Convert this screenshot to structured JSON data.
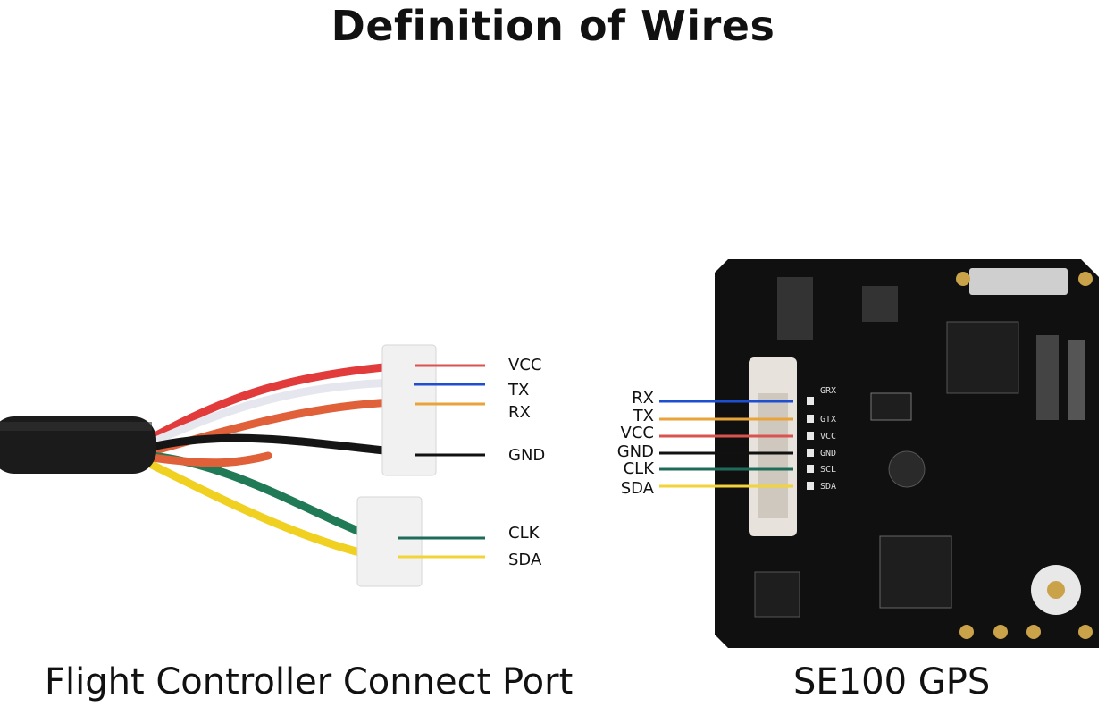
{
  "title": "Definition of Wires",
  "captions": {
    "left": "Flight Controller Connect Port",
    "right": "SE100 GPS"
  },
  "left_pins": [
    {
      "label": "VCC",
      "color": "#d9534f"
    },
    {
      "label": "TX",
      "color": "#1f4fd1"
    },
    {
      "label": "RX",
      "color": "#e8a33a"
    },
    {
      "label": "GND",
      "color": "#111111"
    },
    {
      "label": "CLK",
      "color": "#1f6b5a"
    },
    {
      "label": "SDA",
      "color": "#f2d33a"
    }
  ],
  "right_pins": [
    {
      "label": "RX",
      "silk": "GRX",
      "color": "#1f4fd1"
    },
    {
      "label": "TX",
      "silk": "GTX",
      "color": "#e8a33a"
    },
    {
      "label": "VCC",
      "silk": "VCC",
      "color": "#d9534f"
    },
    {
      "label": "GND",
      "silk": "GND",
      "color": "#111111"
    },
    {
      "label": "CLK",
      "silk": "SCL",
      "color": "#1f6b5a"
    },
    {
      "label": "SDA",
      "silk": "SDA",
      "color": "#f2d33a"
    }
  ]
}
